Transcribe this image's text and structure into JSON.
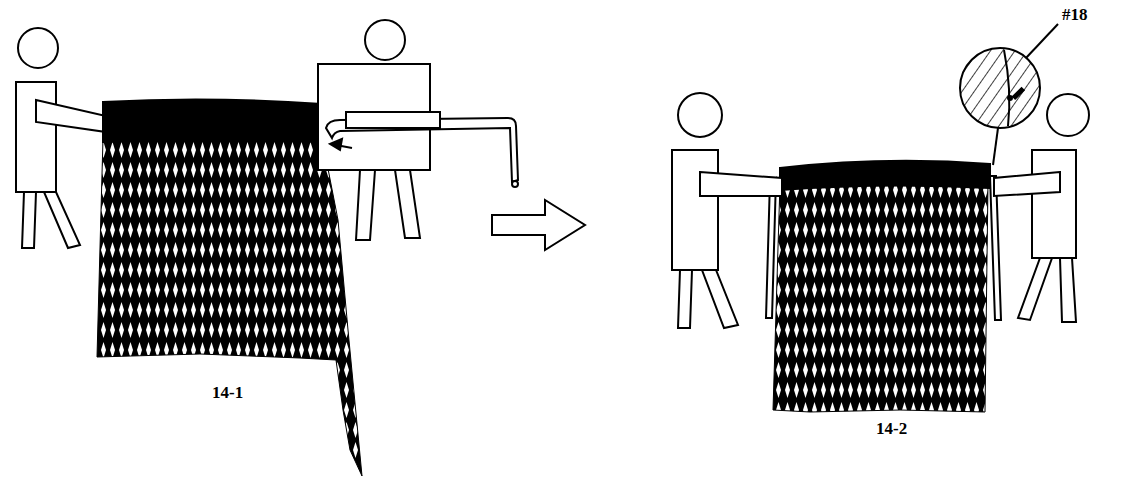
{
  "diagram": {
    "labels": [
      "#18",
      "14-1",
      "14-2"
    ]
  }
}
